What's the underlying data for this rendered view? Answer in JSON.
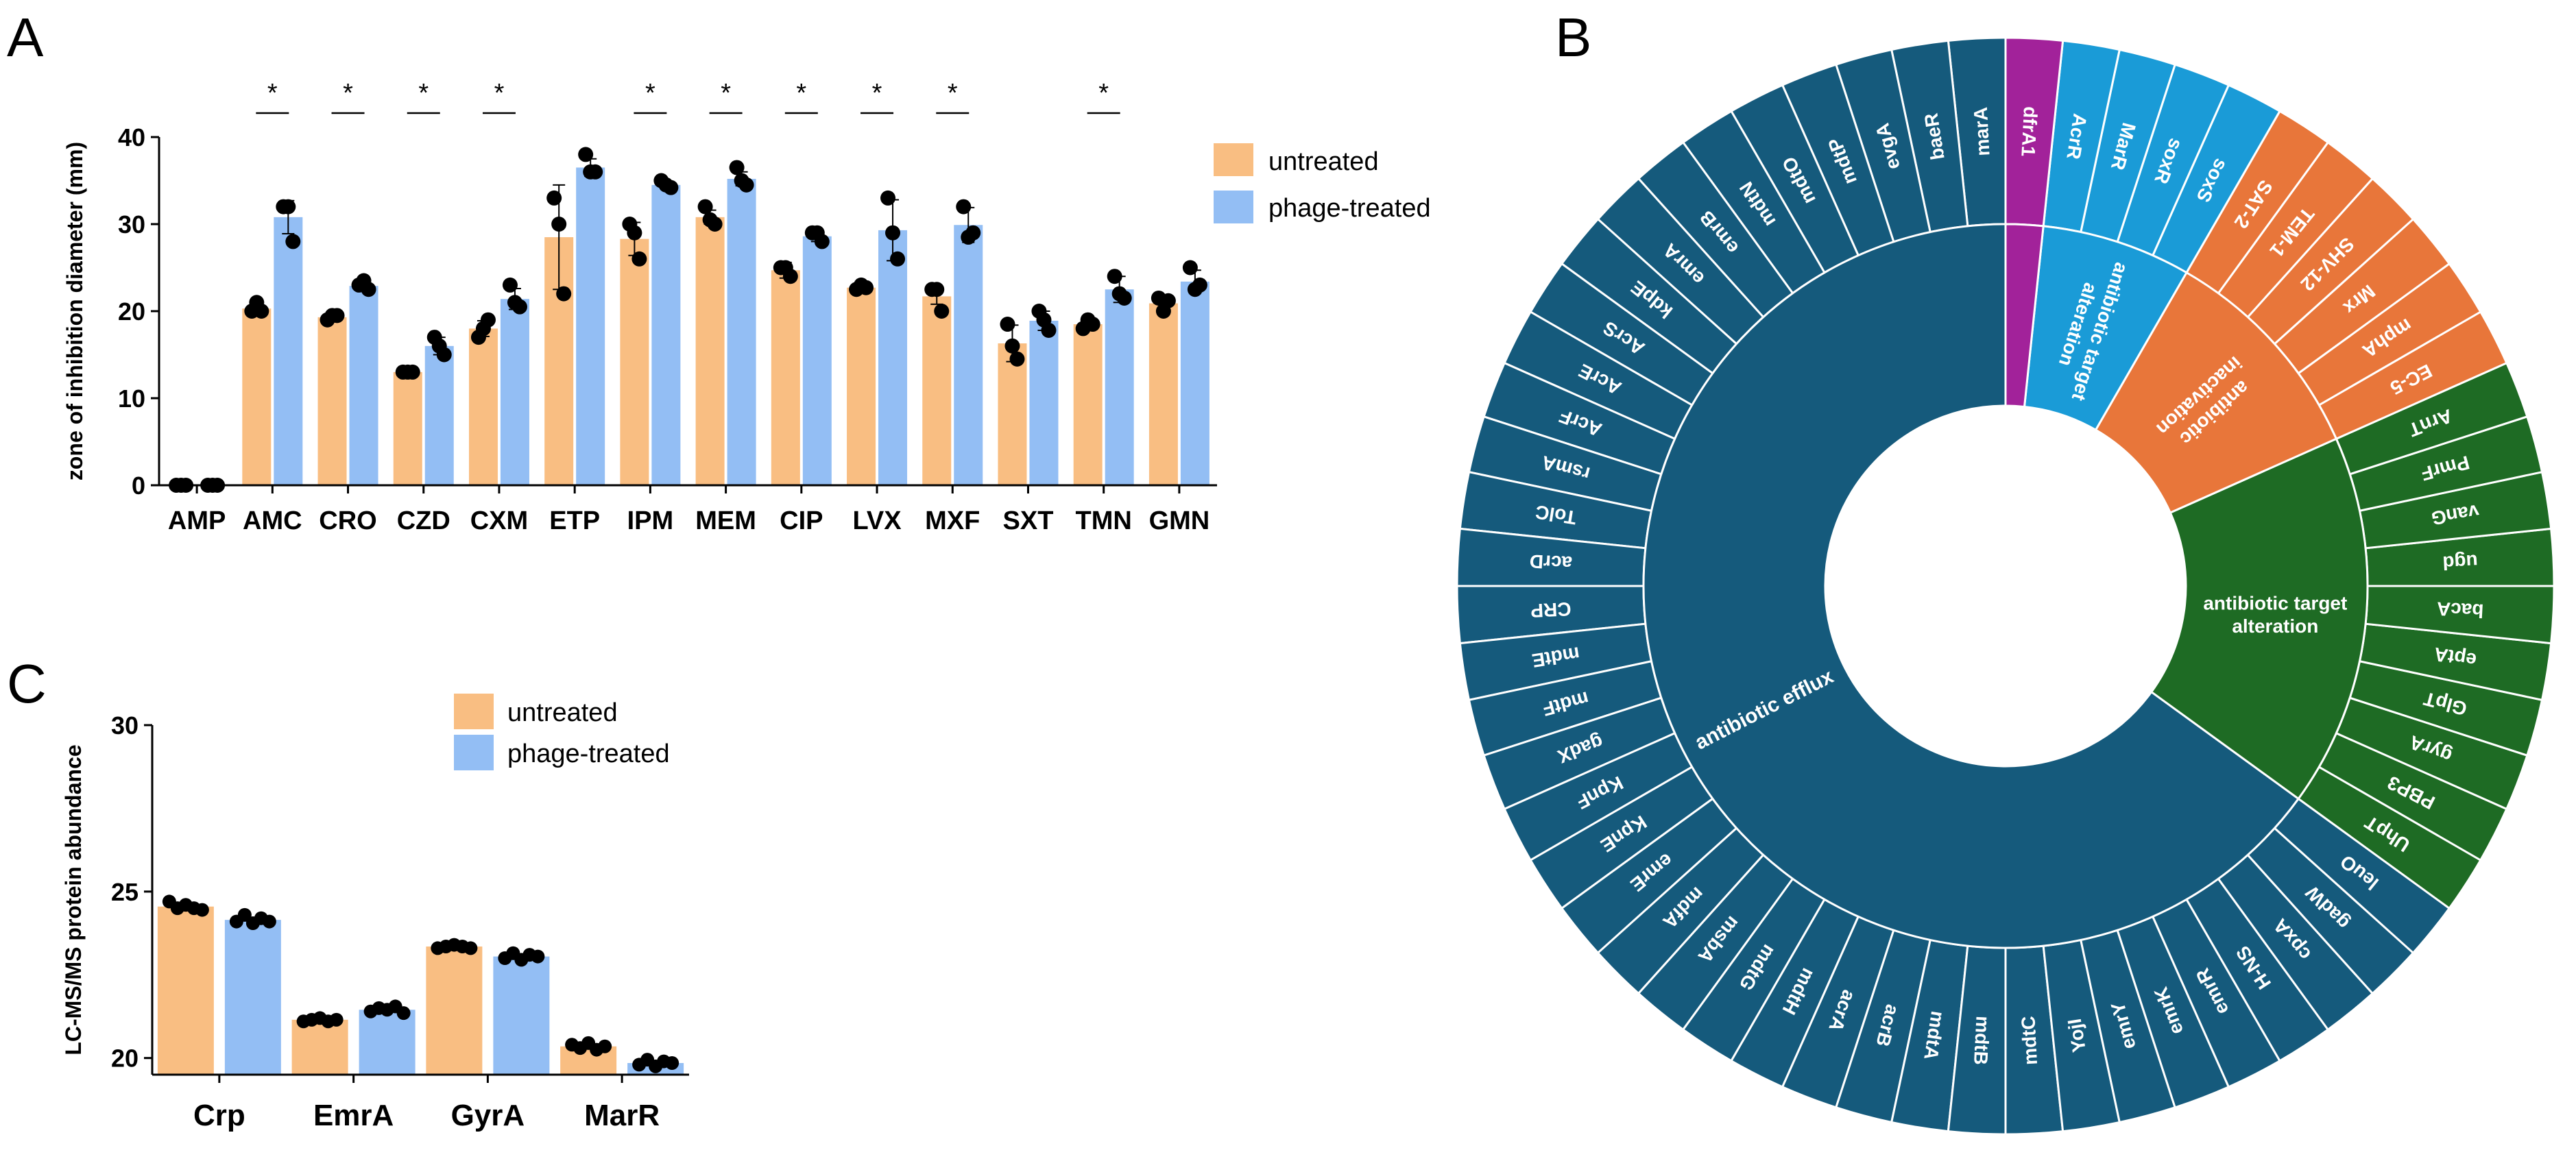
{
  "panels": {
    "a": "A",
    "b": "B",
    "c": "C"
  },
  "colors": {
    "untreated": "#F9BE82",
    "phage_treated": "#93BEF4",
    "efflux": "#155A7C",
    "target_alteration_green": "#1E6B24",
    "inactivation": "#E8763A",
    "target_alteration_blue": "#1A9BD7",
    "dfrA1": "#A2229A",
    "dots": "#000000"
  },
  "chart_data": [
    {
      "panel": "A",
      "type": "bar",
      "ylabel": "zone of inhibition diameter (mm)",
      "ylim": [
        0,
        40
      ],
      "yticks": [
        0,
        10,
        20,
        30,
        40
      ],
      "categories": [
        "AMP",
        "AMC",
        "CRO",
        "CZD",
        "CXM",
        "ETP",
        "IPM",
        "MEM",
        "CIP",
        "LVX",
        "MXF",
        "SXT",
        "TMN",
        "GMN"
      ],
      "series": [
        {
          "name": "untreated",
          "values": [
            0,
            20.3,
            19.3,
            13.0,
            18.0,
            28.5,
            28.3,
            30.8,
            24.7,
            22.7,
            21.7,
            16.3,
            18.5,
            20.9
          ],
          "errors": [
            0,
            0.5,
            0.4,
            0.3,
            0.9,
            6.0,
            1.9,
            0.8,
            0.9,
            0.3,
            0.9,
            2.1,
            0.5,
            0.8
          ],
          "points": [
            [
              0,
              0,
              0
            ],
            [
              20,
              21,
              20
            ],
            [
              19,
              19.5,
              19.5
            ],
            [
              13,
              13,
              13
            ],
            [
              17,
              18,
              19
            ],
            [
              33,
              30,
              22
            ],
            [
              30,
              29,
              26
            ],
            [
              32,
              30.5,
              30
            ],
            [
              25,
              25,
              24
            ],
            [
              22.5,
              23,
              22.7
            ],
            [
              22.5,
              22.5,
              20
            ],
            [
              18.5,
              16,
              14.5
            ],
            [
              18,
              19,
              18.5
            ],
            [
              21.5,
              20,
              21.2
            ]
          ]
        },
        {
          "name": "phage-treated",
          "values": [
            0,
            30.8,
            22.9,
            16.0,
            21.4,
            36.5,
            34.5,
            35.2,
            28.6,
            29.3,
            29.9,
            18.9,
            22.5,
            23.4
          ],
          "errors": [
            0,
            1.9,
            0.5,
            1.0,
            1.2,
            1.0,
            0.4,
            0.8,
            0.6,
            3.5,
            2.0,
            1.1,
            1.5,
            1.3
          ],
          "points": [
            [
              0,
              0,
              0
            ],
            [
              32,
              32,
              28
            ],
            [
              23,
              23.5,
              22.5
            ],
            [
              17,
              16,
              15
            ],
            [
              23,
              21,
              20.5
            ],
            [
              38,
              36,
              36
            ],
            [
              35,
              34.5,
              34.2
            ],
            [
              36.5,
              35,
              34.5
            ],
            [
              29,
              29,
              28
            ],
            [
              33,
              29,
              26
            ],
            [
              32,
              28.5,
              29
            ],
            [
              20,
              19,
              17.8
            ],
            [
              24,
              22,
              21.5
            ],
            [
              25,
              22.5,
              23
            ]
          ]
        }
      ],
      "significance": [
        "",
        "*",
        "*",
        "*",
        "*",
        "",
        "*",
        "*",
        "*",
        "*",
        "*",
        "",
        "*",
        ""
      ],
      "legend": [
        "untreated",
        "phage-treated"
      ],
      "legend_position": "top-right"
    },
    {
      "panel": "B",
      "type": "pie",
      "inner": [
        {
          "label": "antibiotic efflux",
          "color": "#155A7C",
          "genes": [
            "marA",
            "baeR",
            "evgA",
            "mdtP",
            "mdtO",
            "mdtN",
            "emrB",
            "emrA",
            "kdpE",
            "AcrS",
            "AcrE",
            "AcrF",
            "rsmA",
            "TolC",
            "acrD",
            "CRP",
            "mdtE",
            "mdtF",
            "gadX",
            "KpnF",
            "KpnE",
            "emrE",
            "mdfA",
            "msbA",
            "mdtG",
            "mdtH",
            "acrA",
            "acrB",
            "mdtA",
            "mdtB",
            "mdtC",
            "YojI",
            "emrY",
            "emrK",
            "emrR",
            "H-NS",
            "cpxA",
            "gadW",
            "leuO"
          ]
        },
        {
          "label": "antibiotic target alteration",
          "color": "#1E6B24",
          "genes": [
            "UhpT",
            "PBP3",
            "gyrA",
            "GlpT",
            "eptA",
            "bacA",
            "ugd",
            "vanG",
            "PmrF",
            "ArnT"
          ]
        },
        {
          "label": "antibiotic inactivation",
          "color": "#E8763A",
          "genes": [
            "EC-5",
            "mphA",
            "Mrx",
            "SHV-12",
            "TEM-1",
            "SAT-2"
          ]
        },
        {
          "label": "antibiotic target alteration",
          "color": "#1A9BD7",
          "genes": [
            "soxS",
            "soxR",
            "MarR",
            "AcrR"
          ]
        },
        {
          "label": "",
          "color": "#A2229A",
          "genes": [
            "dfrA1"
          ]
        }
      ]
    },
    {
      "panel": "C",
      "type": "bar",
      "ylabel": "LC-MS/MS protein abundance",
      "ylim": [
        19.5,
        30
      ],
      "yticks": [
        20,
        25,
        30
      ],
      "categories": [
        "Crp",
        "EmrA",
        "GyrA",
        "MarR"
      ],
      "series": [
        {
          "name": "untreated",
          "values": [
            24.55,
            21.15,
            23.35,
            20.35
          ],
          "points": [
            [
              24.7,
              24.5,
              24.6,
              24.5,
              24.45
            ],
            [
              21.1,
              21.15,
              21.2,
              21.1,
              21.15
            ],
            [
              23.3,
              23.35,
              23.4,
              23.35,
              23.3
            ],
            [
              20.4,
              20.3,
              20.45,
              20.25,
              20.35
            ]
          ]
        },
        {
          "name": "phage-treated",
          "values": [
            24.15,
            21.45,
            23.05,
            19.85
          ],
          "points": [
            [
              24.1,
              24.3,
              24.05,
              24.2,
              24.1
            ],
            [
              21.4,
              21.5,
              21.45,
              21.55,
              21.35
            ],
            [
              23.0,
              23.15,
              22.95,
              23.1,
              23.05
            ],
            [
              19.8,
              19.95,
              19.75,
              19.9,
              19.85
            ]
          ]
        }
      ],
      "legend": [
        "untreated",
        "phage-treated"
      ],
      "legend_position": "top"
    }
  ]
}
